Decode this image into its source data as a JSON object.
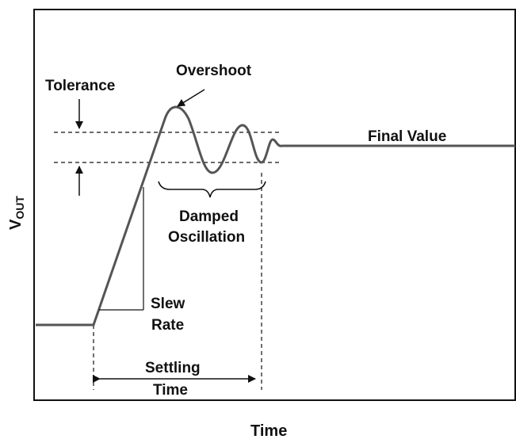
{
  "labels": {
    "overshoot": "Overshoot",
    "tolerance": "Tolerance",
    "final_value": "Final Value",
    "damped_line1": "Damped",
    "damped_line2": "Oscillation",
    "slew_line1": "Slew",
    "slew_line2": "Rate",
    "settling_line1": "Settling",
    "settling_line2": "Time"
  },
  "axes": {
    "y_label_main": "V",
    "y_label_sub": "OUT",
    "x_label": "Time"
  },
  "colors": {
    "frame": "#111111",
    "signal": "#555555",
    "annotation": "#111111"
  }
}
